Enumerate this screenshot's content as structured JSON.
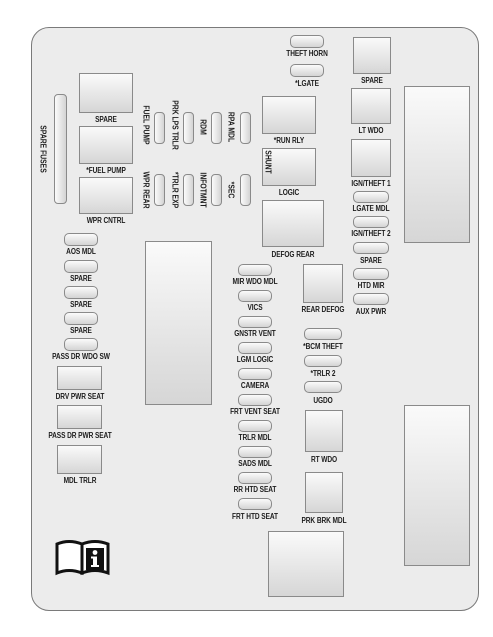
{
  "labels": {
    "theft_horn": "THEFT HORN",
    "lgate": "*LGATE",
    "spare_top": "SPARE",
    "spare_fuses": "SPARE FUSES",
    "spare_relay": "SPARE",
    "fuel_pump_fuse": "FUEL PUMP",
    "prk_lps_trlr": "PRK LPS TRLR",
    "rdm": "RDM",
    "rpa_mdl": "RPA MDL",
    "run_rly": "*RUN RLY",
    "lt_wdo": "LT WDO",
    "fuel_pump_relay": "*FUEL PUMP",
    "wpr_rear": "WPR REAR",
    "trlr_exp": "*TRLR EXP",
    "infotmnt": "INFOTMNT",
    "sec": "*SEC",
    "shunt": "SHUNT",
    "logic": "LOGIC",
    "ign_theft_1": "IGN/THEFT 1",
    "wpr_cntrl": "WPR CNTRL",
    "lgate_mdl": "LGATE MDL",
    "ign_theft_2": "IGN/THEFT 2",
    "defog_rear": "DEFOG REAR",
    "aos_mdl": "AOS MDL",
    "spare_1": "SPARE",
    "spare_2": "SPARE",
    "spare_3": "SPARE",
    "pass_dr_wdo_sw": "PASS DR WDO SW",
    "drv_pwr_seat": "DRV PWR SEAT",
    "pass_dr_pwr_seat": "PASS DR PWR SEAT",
    "mdl_trlr": "MDL TRLR",
    "mir_wdo_mdl": "MIR WDO MDL",
    "vics": "VICS",
    "gnstr_vent": "GNSTR VENT",
    "lgm_logic": "LGM LOGIC",
    "camera": "CAMERA",
    "frt_vent_seat": "FRT VENT SEAT",
    "trlr_mdl": "TRLR MDL",
    "sads_mdl": "SADS MDL",
    "rr_htd_seat": "RR HTD SEAT",
    "frt_htd_seat": "FRT HTD SEAT",
    "rear_defog": "REAR DEFOG",
    "bcm_theft": "*BCM THEFT",
    "trlr_2": "*TRLR 2",
    "ugdo": "UGDO",
    "rt_wdo": "RT WDO",
    "prk_brk_mdl": "PRK BRK MDL",
    "spare_right": "SPARE",
    "htd_mir": "HTD MIR",
    "aux_pwr": "AUX PWR"
  },
  "icons": {
    "manual": "owner-manual-info-icon"
  },
  "colors": {
    "board": "#ececec",
    "outline": "#7a7a7a",
    "text": "#1c1c1c"
  }
}
